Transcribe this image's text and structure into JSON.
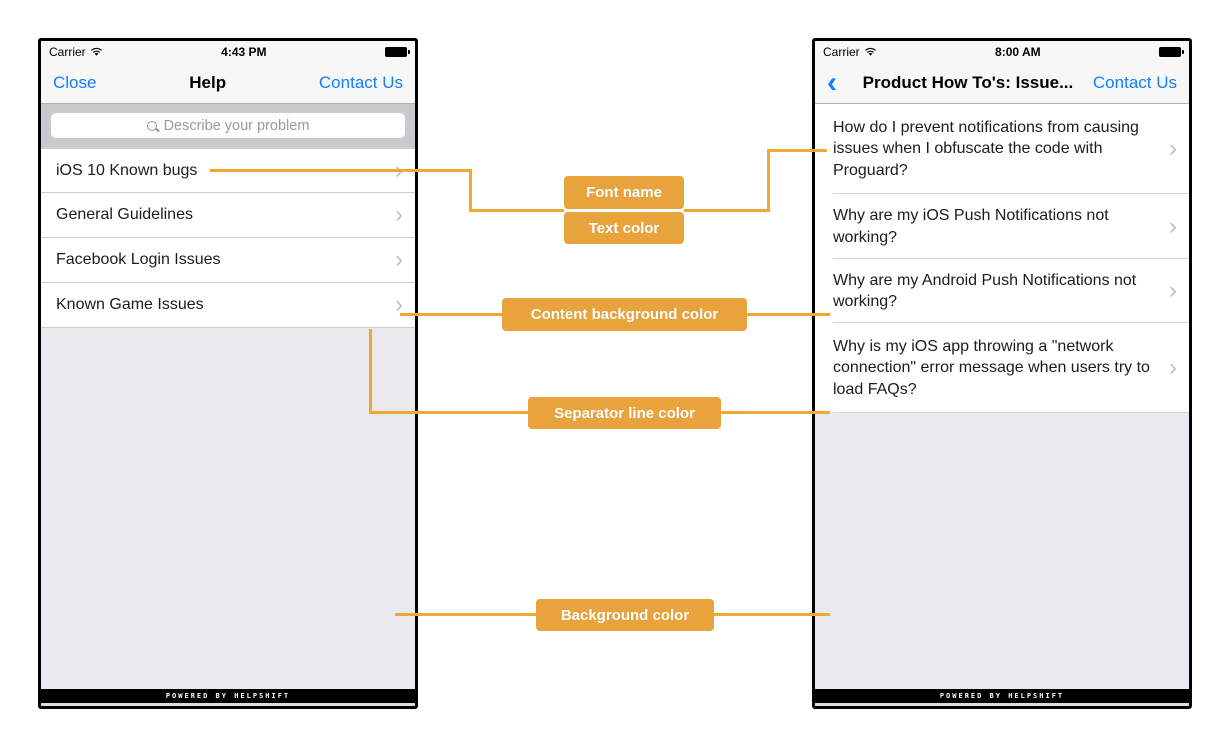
{
  "annotations": {
    "box_color": "#E8A33C",
    "line_color": "#F0A830",
    "labels": {
      "font_name": "Font name",
      "text_color": "Text color",
      "content_background": "Content background color",
      "separator_line": "Separator line color",
      "background": "Background color"
    }
  },
  "icons": {
    "chevron_right": "›",
    "back_chevron": "‹"
  },
  "colors": {
    "nav_blue": "#157EFB",
    "nav_background": "#F7F7F8",
    "search_strip_background": "#C9C9CE",
    "content_background": "#FFFFFF",
    "separator": "#CDCDD2",
    "screen_background": "#EAEAEE",
    "list_text": "#1C1C1E",
    "placeholder_text": "#9A9AA0",
    "footer_background": "#000000",
    "footer_text": "#FFFFFF"
  },
  "left_phone": {
    "status_bar": {
      "carrier": "Carrier",
      "time": "4:43 PM"
    },
    "nav_bar": {
      "close": "Close",
      "title": "Help",
      "contact": "Contact Us"
    },
    "search": {
      "placeholder": "Describe your problem"
    },
    "faq_sections": [
      {
        "label": "iOS 10 Known bugs"
      },
      {
        "label": "General Guidelines"
      },
      {
        "label": "Facebook Login Issues"
      },
      {
        "label": "Known Game Issues"
      }
    ],
    "footer": "POWERED BY HELPSHIFT"
  },
  "right_phone": {
    "status_bar": {
      "carrier": "Carrier",
      "time": "8:00 AM"
    },
    "nav_bar": {
      "title": "Product How To's: Issue...",
      "contact": "Contact Us"
    },
    "faqs": [
      {
        "question": "How do I prevent notifications from causing issues when I obfuscate the code with Proguard?"
      },
      {
        "question": "Why are my iOS Push Notifications not working?"
      },
      {
        "question": "Why are my Android Push Notifications not working?"
      },
      {
        "question": "Why is my iOS app throwing a \"network connection\" error message when users try to load FAQs?"
      }
    ],
    "footer": "POWERED BY HELPSHIFT"
  }
}
